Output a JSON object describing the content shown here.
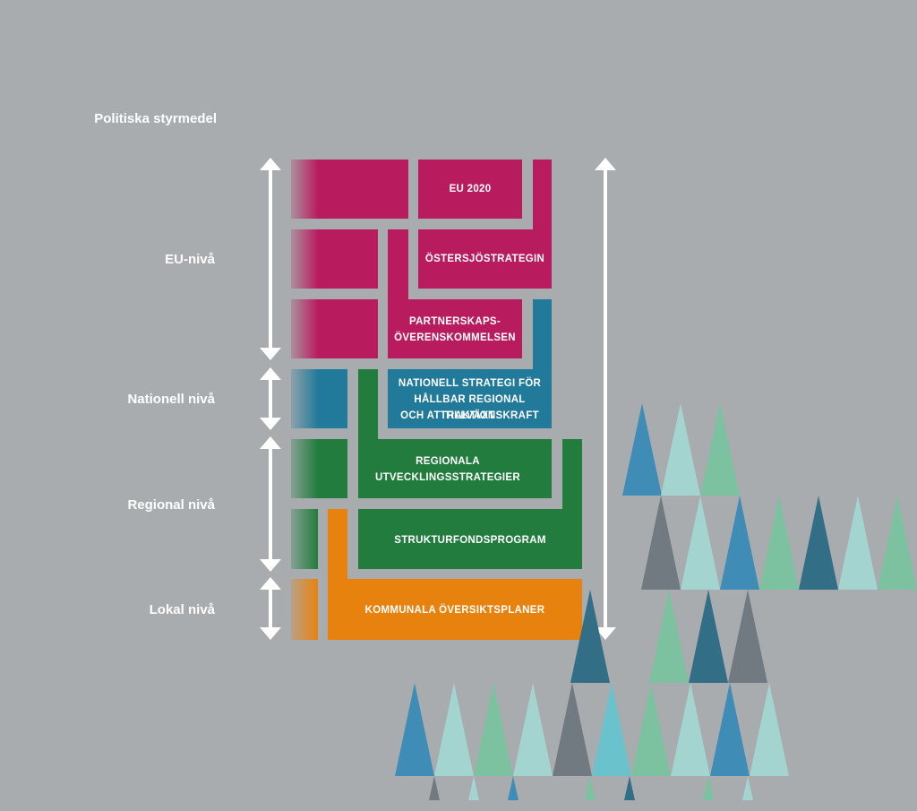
{
  "header": {
    "title": "Politiska styrmedel"
  },
  "levels": {
    "eu": "EU-nivå",
    "national": "Nationell nivå",
    "regional": "Regional nivå",
    "local": "Lokal nivå"
  },
  "documents": {
    "eu2020": "EU 2020",
    "ostersjo": "ÖSTERSJÖSTRATEGIN",
    "partnerskap_1": "PARTNERSKAPS-",
    "partnerskap_2": "ÖVERENSKOMMELSEN",
    "nationell_1": "NATIONELL STRATEGI FÖR",
    "nationell_2": "HÅLLBAR REGIONAL TILLVÄXT",
    "nationell_3": "OCH ATTRAKTIONSKRAFT",
    "regionala_1": "REGIONALA",
    "regionala_2": "UTVECKLINGSSTRATEGIER",
    "strukturfond": "STRUKTURFONDSPROGRAM",
    "kommunala": "KOMMUNALA ÖVERSIKTSPLANER"
  },
  "colors": {
    "background": "#a8acaf",
    "eu": "#b91c5e",
    "national": "#227a9a",
    "regional": "#217c3e",
    "local": "#e8820e",
    "tree_palette": [
      "#3f8db6",
      "#a3d4cf",
      "#7cc2a0",
      "#707a80",
      "#326f87",
      "#6ac3cc"
    ]
  }
}
